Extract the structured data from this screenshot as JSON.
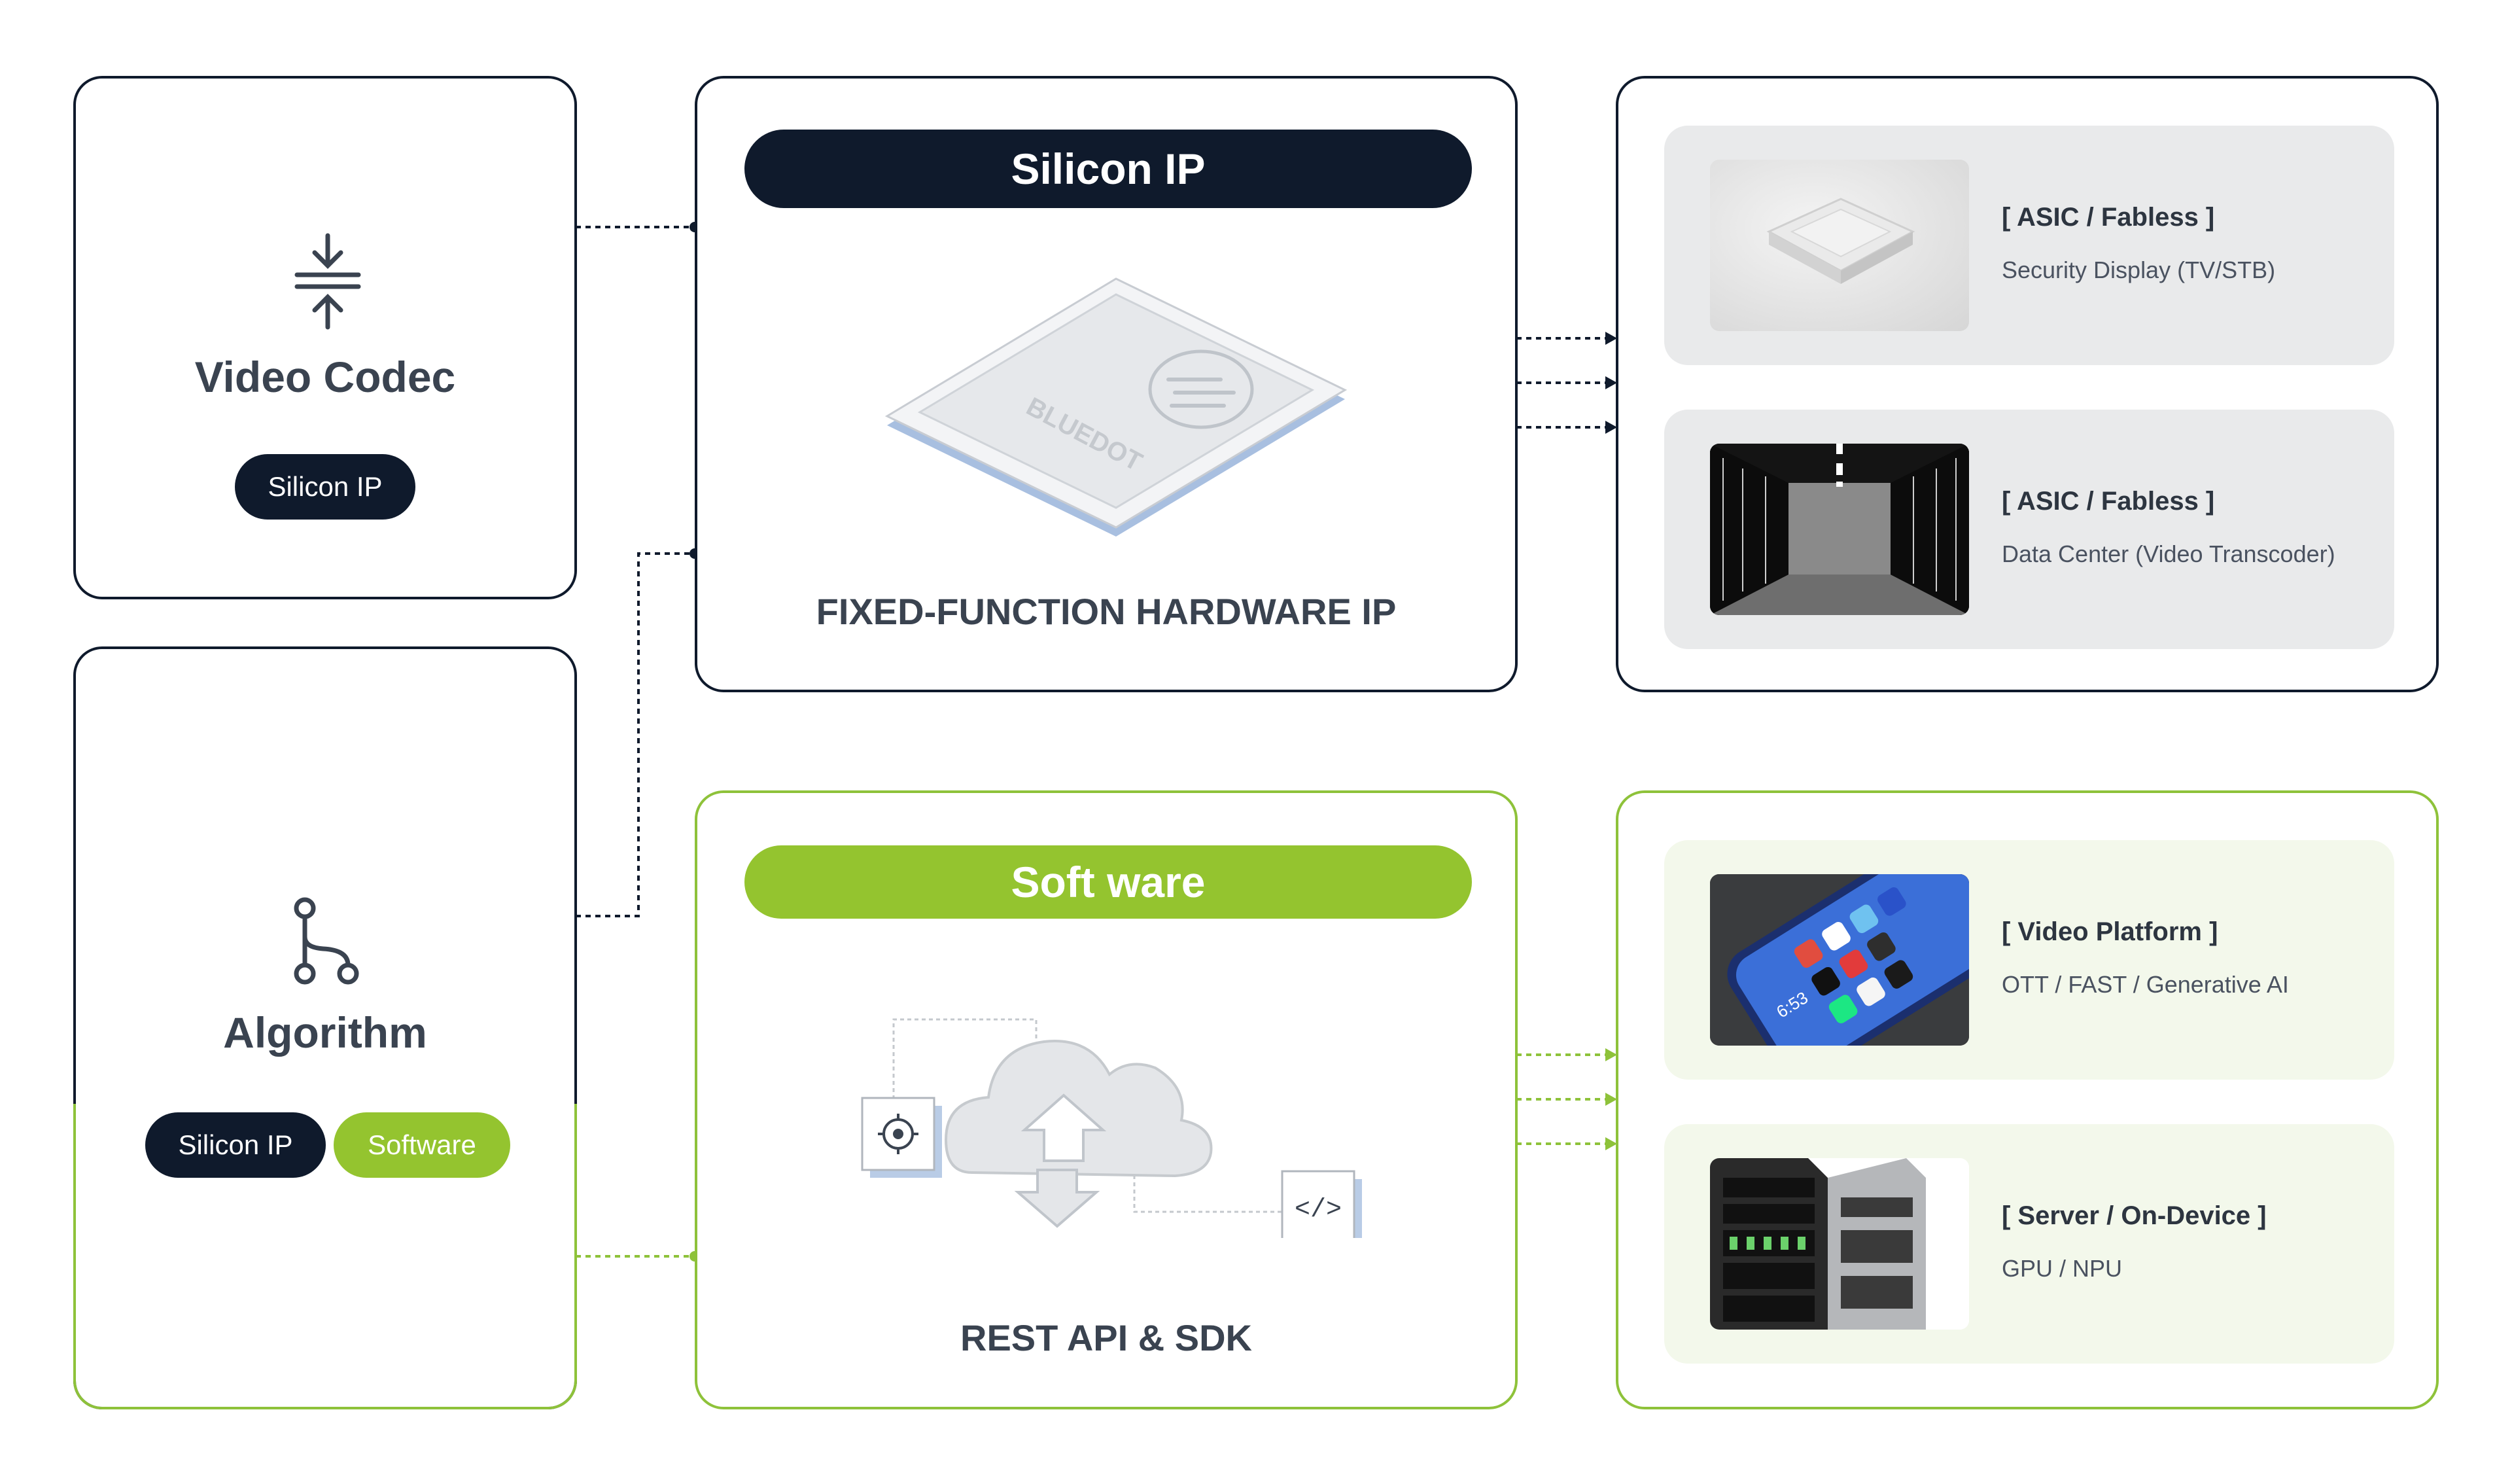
{
  "left": {
    "codec": {
      "title": "Video Codec",
      "icon": "compress-icon",
      "badges": [
        "Silicon IP"
      ]
    },
    "algorithm": {
      "title": "Algorithm",
      "icon": "branch-icon",
      "badges": [
        "Silicon IP",
        "Software"
      ]
    }
  },
  "center": {
    "silicon": {
      "header": "Silicon IP",
      "caption": "FIXED-FUNCTION HARDWARE IP",
      "chip_logo": "BLUEDOT"
    },
    "software": {
      "header": "Soft ware",
      "caption": "REST API & SDK"
    }
  },
  "right": {
    "silicon_targets": [
      {
        "tag": "[ ASIC / Fabless ]",
        "desc": "Security Display (TV/STB)",
        "image": "chip-photo"
      },
      {
        "tag": "[ ASIC / Fabless ]",
        "desc": "Data Center (Video Transcoder)",
        "image": "datacenter-photo"
      }
    ],
    "software_targets": [
      {
        "tag": "[ Video Platform ]",
        "desc": "OTT / FAST / Generative AI",
        "image": "phone-photo",
        "phone_time": "6:53"
      },
      {
        "tag": "[ Server / On-Device ]",
        "desc": "GPU / NPU",
        "image": "server-rack-photo"
      }
    ]
  },
  "colors": {
    "dark": "#0f1a2c",
    "green": "#94c42f",
    "gray_panel": "#e9eaeb",
    "green_panel": "#f3f8eb"
  }
}
